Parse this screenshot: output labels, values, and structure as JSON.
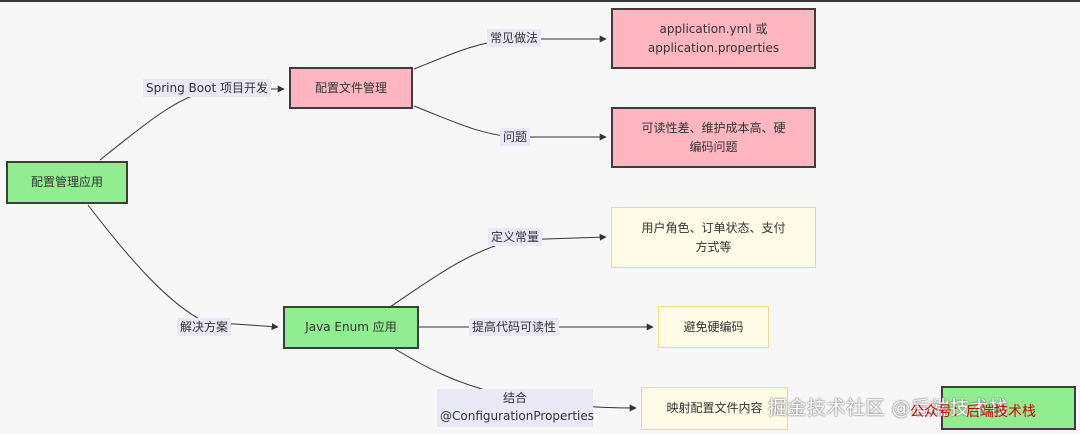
{
  "nodes": {
    "config_mgmt_app": "配置管理应用",
    "config_file_mgmt": "配置文件管理",
    "yml_or_properties": "application.yml 或\napplication.properties",
    "problems_detail": "可读性差、维护成本高、硬\n编码问题",
    "java_enum": "Java Enum 应用",
    "user_roles": "用户角色、订单状态、支付\n方式等",
    "avoid_hardcode": "避免硬编码",
    "map_config": "映射配置文件内容"
  },
  "edge_labels": {
    "spring_boot_dev": "Spring Boot 项目开发",
    "common_practice": "常见做法",
    "problem": "问题",
    "solution": "解决方案",
    "define_constants": "定义常量",
    "improve_readability": "提高代码可读性",
    "combine": "结合\n@ConfigurationProperties"
  },
  "watermark": {
    "text1": "掘金技术社区 @后端技术栈",
    "text2": "公众号：后端技术栈"
  },
  "colors": {
    "green": "#90ee90",
    "pink": "#ffb6c1",
    "cream": "#fffbe6",
    "edge": "#333333",
    "label_bg": "#e8e8f6"
  }
}
